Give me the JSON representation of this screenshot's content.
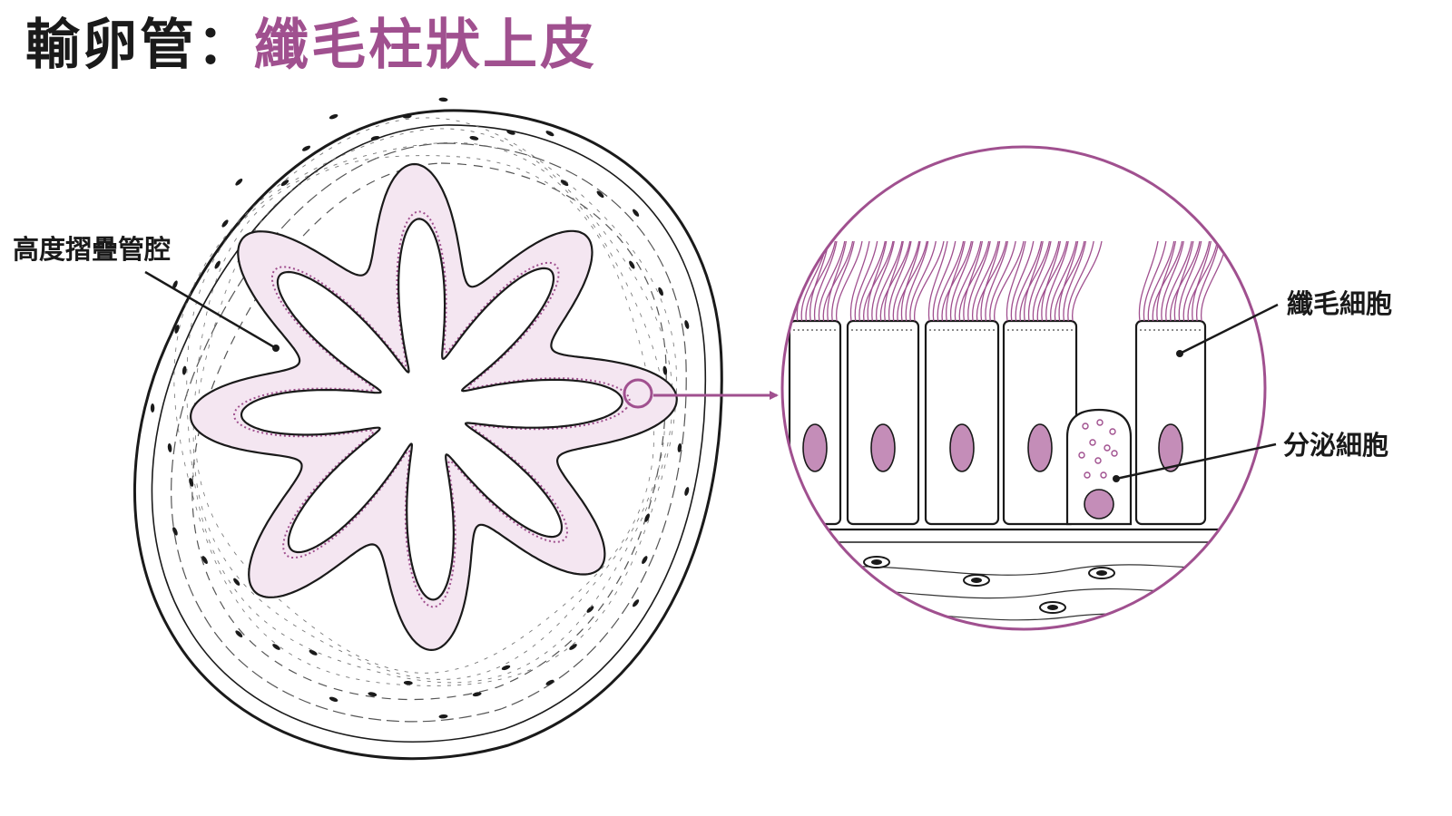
{
  "title": {
    "main": "輸卵管",
    "separator": "：",
    "accent": "纖毛柱狀上皮"
  },
  "labels": {
    "folded_lumen": "高度摺疊管腔",
    "ciliated_cell": "纖毛細胞",
    "secretory_cell": "分泌細胞"
  },
  "colors": {
    "accent": "#a0508f",
    "ink": "#1a1a1a",
    "epithelium_fill": "#f4e6f1",
    "nucleus": "#c48db8"
  }
}
